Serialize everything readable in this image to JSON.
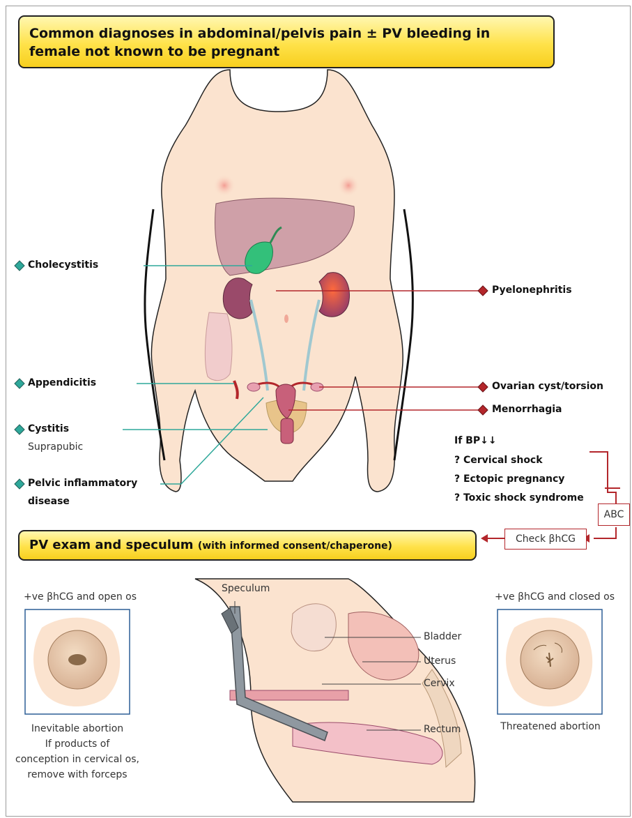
{
  "title": "Common diagnoses in abdominal/pelvis pain ± PV bleeding in female not known to be pregnant",
  "left_labels": {
    "cholecystitis": "Cholecystitis",
    "appendicitis": "Appendicitis",
    "cystitis": "Cystitis",
    "cystitis_note": "Suprapubic",
    "pid_line1": "Pelvic inflammatory",
    "pid_line2": "disease"
  },
  "right_labels": {
    "pyelonephritis": "Pyelonephritis",
    "ovarian": "Ovarian cyst/torsion",
    "menorrhagia": "Menorrhagia"
  },
  "bp_block": {
    "heading": "If BP↓↓",
    "items": [
      "? Cervical shock",
      "? Ectopic pregnancy",
      "? Toxic shock syndrome"
    ]
  },
  "abc": "ABC",
  "check": "Check βhCG",
  "exam_banner": {
    "main": "PV exam and speculum",
    "sub": "(with informed consent/chaperone)"
  },
  "left_os": {
    "heading": "+ve βhCG and open os",
    "caption": [
      "Inevitable abortion",
      "If products of",
      "conception in cervical os,",
      "remove with forceps"
    ]
  },
  "right_os": {
    "heading": "+ve βhCG and closed os",
    "caption": "Threatened abortion"
  },
  "anatomy_labels": {
    "speculum": "Speculum",
    "bladder": "Bladder",
    "uterus": "Uterus",
    "cervix": "Cervix",
    "rectum": "Rectum"
  },
  "colors": {
    "banner": "#ffe24a",
    "teal_marker": "#2fa89a",
    "red_marker": "#b3262b",
    "skin": "#fbe3cf",
    "organ": "#9a4a6a"
  }
}
